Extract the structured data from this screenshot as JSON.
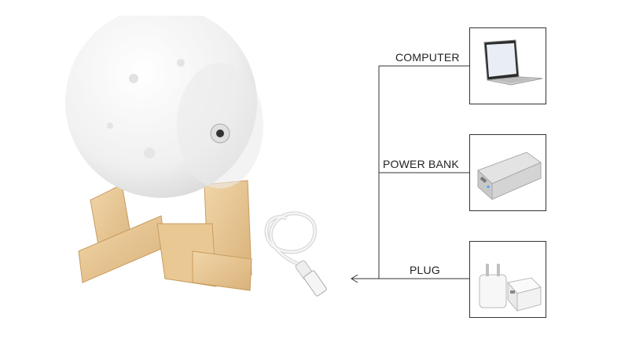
{
  "connections": [
    {
      "label": "COMPUTER",
      "icon": "laptop-icon"
    },
    {
      "label": "POWER BANK",
      "icon": "power-bank-icon"
    },
    {
      "label": "PLUG",
      "icon": "wall-charger-icon"
    }
  ],
  "product": {
    "icon": "moon-lamp-icon",
    "stand_icon": "wooden-stand-icon",
    "cable_icon": "usb-cable-icon"
  },
  "colors": {
    "line": "#333333",
    "wood": "#e6c48f",
    "moon": "#f4f4f4"
  }
}
